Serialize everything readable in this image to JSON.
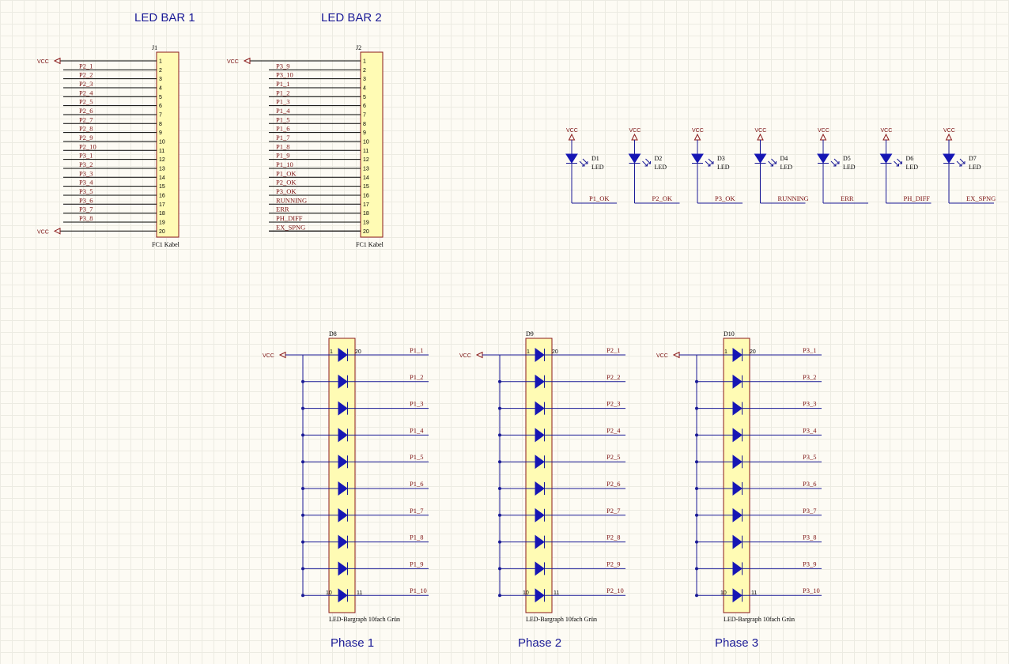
{
  "titles": {
    "led_bar_1": "LED BAR 1",
    "led_bar_2": "LED BAR 2",
    "phase_1": "Phase 1",
    "phase_2": "Phase 2",
    "phase_3": "Phase 3"
  },
  "power_label": "VCC",
  "connectors": [
    {
      "designator": "J1",
      "footer": "FC1 Kabel",
      "pins": [
        "1",
        "2",
        "3",
        "4",
        "5",
        "6",
        "7",
        "8",
        "9",
        "10",
        "11",
        "12",
        "13",
        "14",
        "15",
        "16",
        "17",
        "18",
        "19",
        "20"
      ],
      "nets": [
        "VCC",
        "P2_1",
        "P2_2",
        "P2_3",
        "P2_4",
        "P2_5",
        "P2_6",
        "P2_7",
        "P2_8",
        "P2_9",
        "P2_10",
        "P3_1",
        "P3_2",
        "P3_3",
        "P3_4",
        "P3_5",
        "P3_6",
        "P3_7",
        "P3_8",
        "VCC"
      ]
    },
    {
      "designator": "J2",
      "footer": "FC1 Kabel",
      "pins": [
        "1",
        "2",
        "3",
        "4",
        "5",
        "6",
        "7",
        "8",
        "9",
        "10",
        "11",
        "12",
        "13",
        "14",
        "15",
        "16",
        "17",
        "18",
        "19",
        "20"
      ],
      "nets": [
        "VCC",
        "P3_9",
        "P3_10",
        "P1_1",
        "P1_2",
        "P1_3",
        "P1_4",
        "P1_5",
        "P1_6",
        "P1_7",
        "P1_8",
        "P1_9",
        "P1_10",
        "P1_OK",
        "P2_OK",
        "P3_OK",
        "RUNNING",
        "ERR",
        "PH_DIFF",
        "EX_SPNG",
        ""
      ]
    }
  ],
  "status_leds": [
    {
      "designator": "D1",
      "type": "LED",
      "net": "P1_OK"
    },
    {
      "designator": "D2",
      "type": "LED",
      "net": "P2_OK"
    },
    {
      "designator": "D3",
      "type": "LED",
      "net": "P3_OK"
    },
    {
      "designator": "D4",
      "type": "LED",
      "net": "RUNNING"
    },
    {
      "designator": "D5",
      "type": "LED",
      "net": "ERR"
    },
    {
      "designator": "D6",
      "type": "LED",
      "net": "PH_DIFF"
    },
    {
      "designator": "D7",
      "type": "LED",
      "net": "EX_SPNG"
    }
  ],
  "bargraphs": [
    {
      "designator": "D8",
      "footer": "LED-Bargraph 10fach Grün",
      "pin_top_left": "1",
      "pin_top_right": "20",
      "pin_bottom_left": "10",
      "pin_bottom_right": "11",
      "nets": [
        "P1_1",
        "P1_2",
        "P1_3",
        "P1_4",
        "P1_5",
        "P1_6",
        "P1_7",
        "P1_8",
        "P1_9",
        "P1_10"
      ]
    },
    {
      "designator": "D9",
      "footer": "LED-Bargraph 10fach Grün",
      "pin_top_left": "1",
      "pin_top_right": "20",
      "pin_bottom_left": "10",
      "pin_bottom_right": "11",
      "nets": [
        "P2_1",
        "P2_2",
        "P2_3",
        "P2_4",
        "P2_5",
        "P2_6",
        "P2_7",
        "P2_8",
        "P2_9",
        "P2_10"
      ]
    },
    {
      "designator": "D10",
      "footer": "LED-Bargraph 10fach Grün",
      "pin_top_left": "1",
      "pin_top_right": "20",
      "pin_bottom_left": "10",
      "pin_bottom_right": "11",
      "nets": [
        "P3_1",
        "P3_2",
        "P3_3",
        "P3_4",
        "P3_5",
        "P3_6",
        "P3_7",
        "P3_8",
        "P3_9",
        "P3_10"
      ]
    }
  ]
}
